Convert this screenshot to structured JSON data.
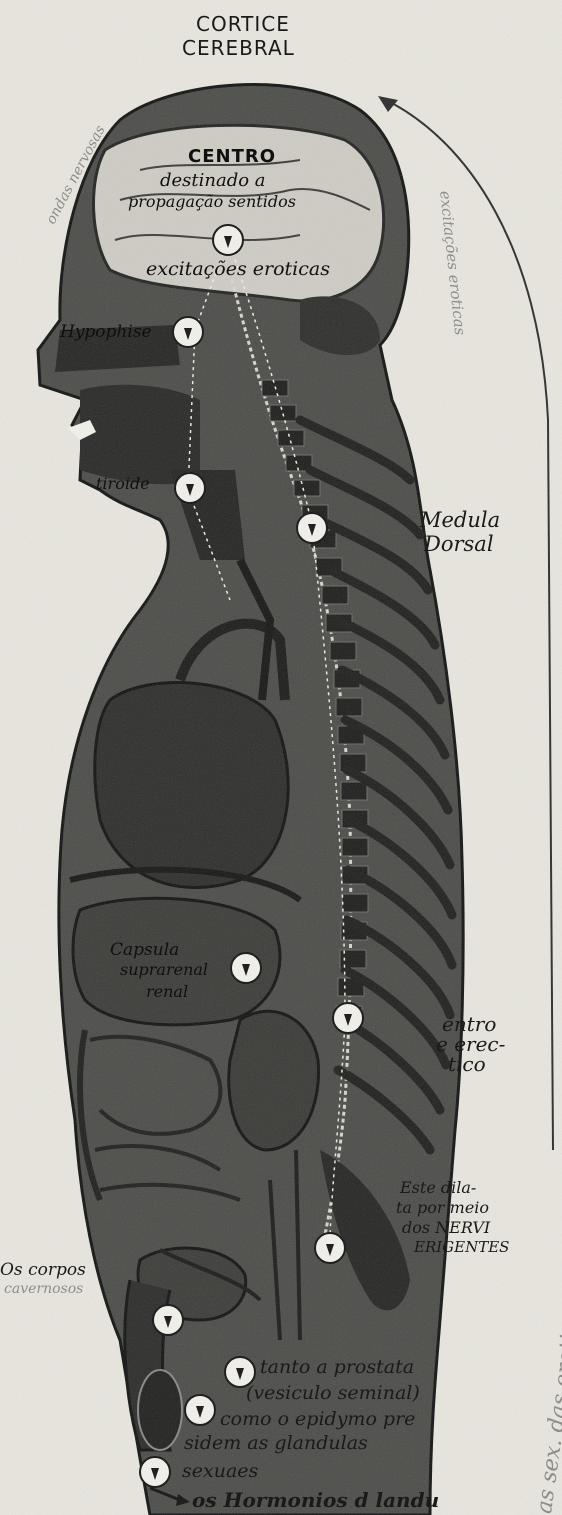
{
  "labels": {
    "cortex_line1": "CORTICE",
    "cortex_line2": "CEREBRAL",
    "centro_title": "CENTRO",
    "centro_line2": "destinado a",
    "centro_line3": "propagação sentidos",
    "excitacoes": "excitações eroticas",
    "hypophise": "Hypophise",
    "tiroide": "tiroide",
    "medula_line1": "Medula",
    "medula_line2": "Dorsal",
    "capsula_line1": "Capsula",
    "capsula_line2": "suprarenal",
    "capsula_line3": "renal",
    "centro_erect_line1": "entro",
    "centro_erect_line2": "e erec-",
    "centro_erect_line3": "tico",
    "nervi_line1": "Este dila-",
    "nervi_line2": "ta por meio",
    "nervi_line3": "dos NERVI",
    "nervi_line4": "ERIGENTES",
    "corpos_line1": "Os corpos",
    "corpos_line2": "cavernosos",
    "prostata": "tanto a prostata",
    "vesicula": "(vesiculo seminal)",
    "epidymo": "como o epidymo pre",
    "glandulas": "sidem as glandulas",
    "sexuaes": "sexuaes",
    "hormonios": "os Hormonios d   landu",
    "ondas_left": "ondas nervosas",
    "excitacoes_right": "excitações eroticas",
    "rotated_bottom_right": "as sex. das eroticas"
  },
  "colors": {
    "paper": "#e9e7df",
    "body_fill": "#4a4a47",
    "dark_organ": "#252523",
    "spine": "#1e1e1c",
    "arrow": "#2a2a2a"
  }
}
